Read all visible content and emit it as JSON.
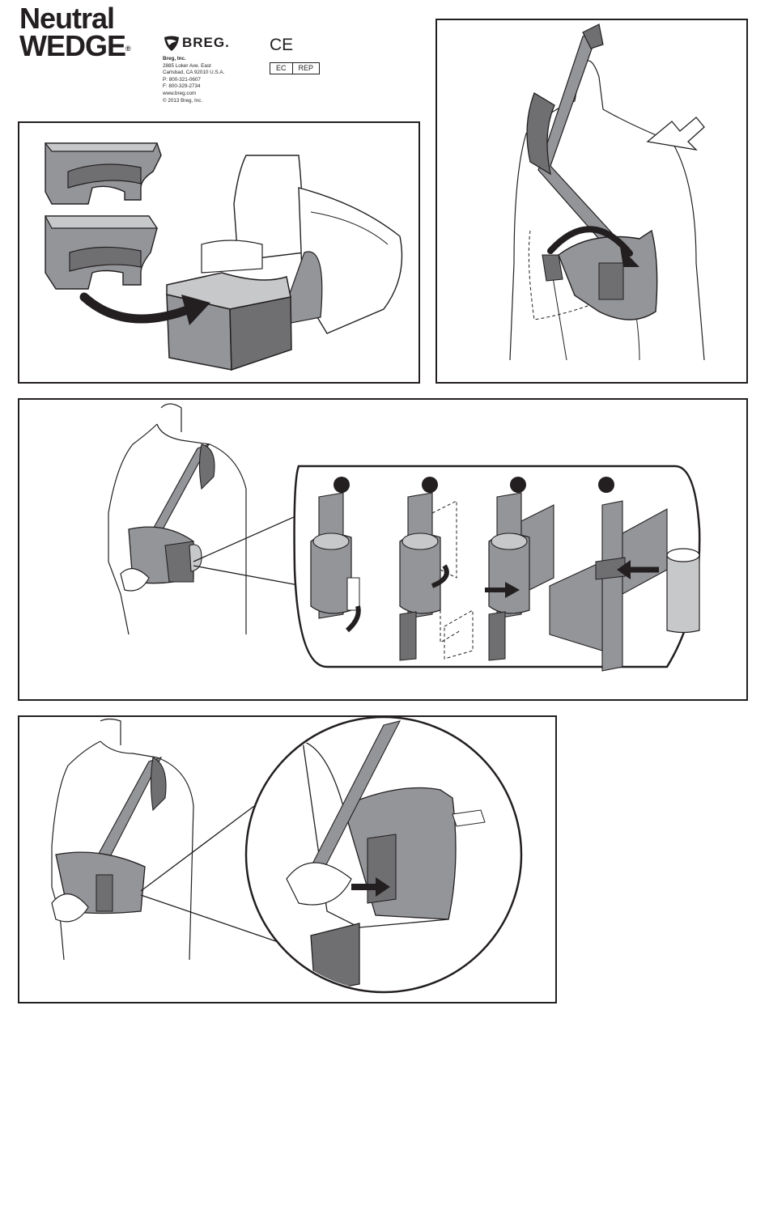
{
  "header": {
    "product_line1": "Neutral",
    "product_line2": "WEDGE",
    "registered_mark": "®",
    "brand_name": "BREG.",
    "brand_icon": "breg-swoosh-icon",
    "address_lines": [
      "Breg, Inc.",
      "2885 Loker Ave. East",
      "Carlsbad, CA 92010 U.S.A.",
      "P: 800-321-0607",
      "F: 800-329-2734",
      "www.breg.com",
      "© 2013 Breg, Inc."
    ],
    "ce_mark": "CE",
    "ec_rep": [
      "EC",
      "REP"
    ]
  },
  "panels": {
    "wedge_stack": {
      "icon": "foam-wedge-insert-illustration"
    },
    "strap_fitting": {
      "icon": "shoulder-strap-fitting-illustration"
    },
    "drink_holder": {
      "icon": "drink-holder-steps-illustration",
      "step_markers": 4
    },
    "pouch": {
      "icon": "pouch-insert-illustration"
    }
  },
  "colors": {
    "ink": "#231f20",
    "fill_dark": "#6f6f71",
    "fill_mid": "#939598",
    "fill_light": "#c7c8ca",
    "paper": "#ffffff"
  }
}
